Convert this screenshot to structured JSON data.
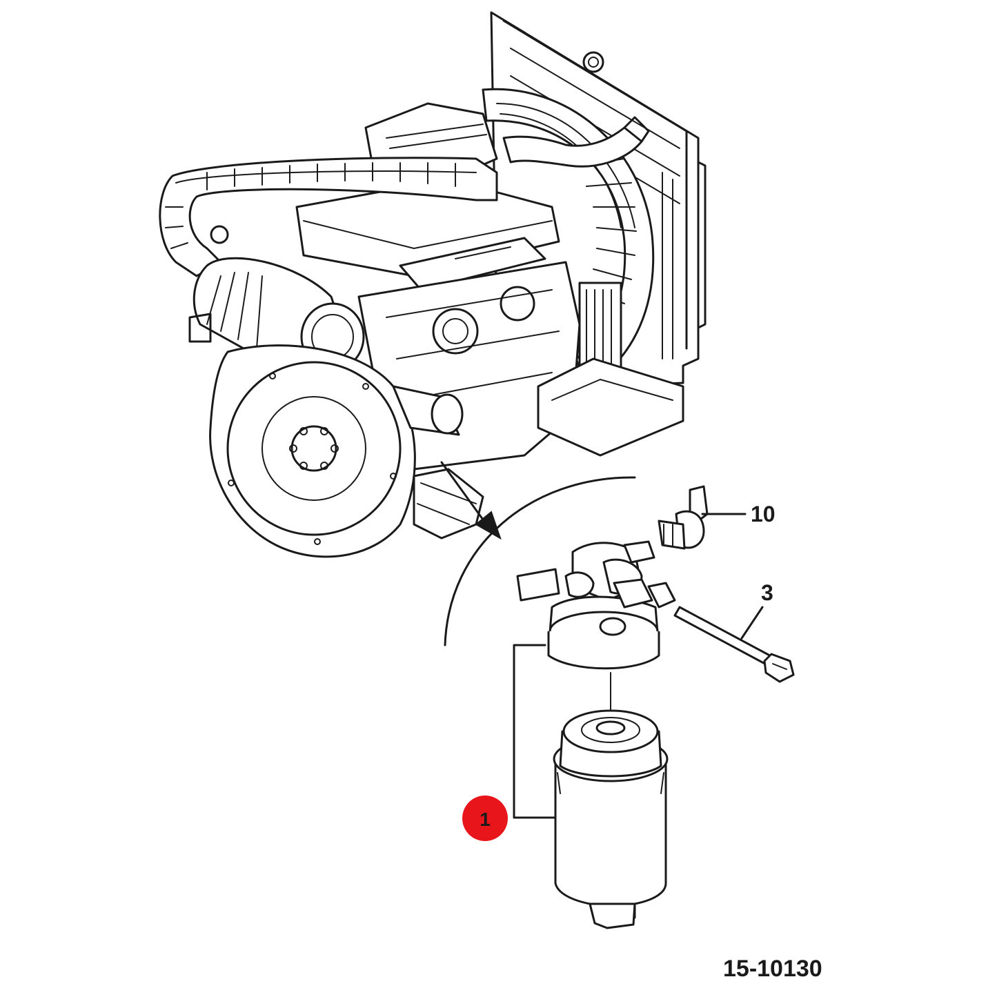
{
  "figure_number": "15-10130",
  "callouts": {
    "part_10": "10",
    "part_3": "3",
    "part_1": "1"
  },
  "colors": {
    "line": "#1a1a1a",
    "highlight": "#e8151b",
    "highlight_text": "#1a1a1a",
    "background": "#ffffff"
  }
}
